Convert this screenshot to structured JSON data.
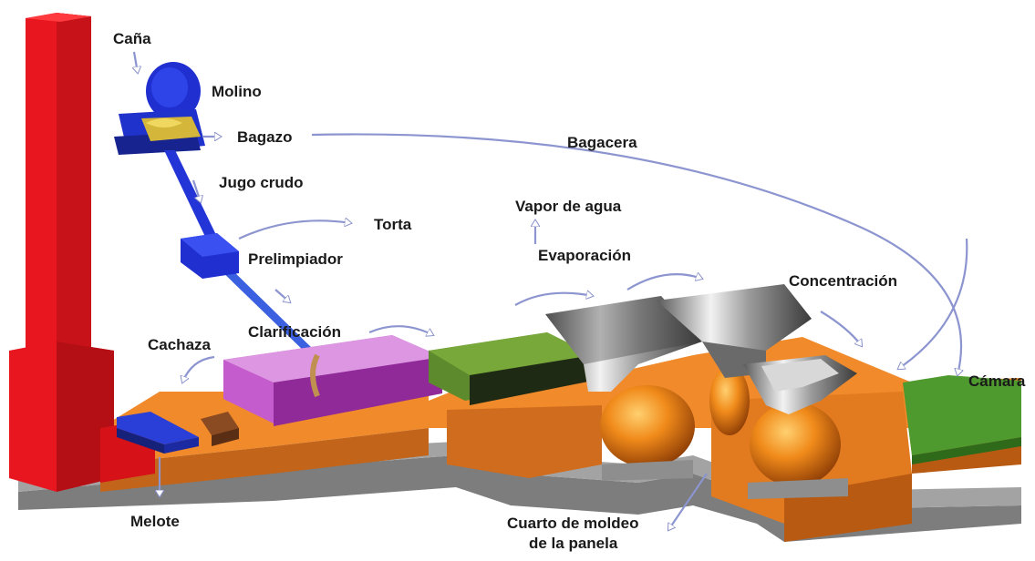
{
  "labels": {
    "cana": "Caña",
    "molino": "Molino",
    "bagazo": "Bagazo",
    "bagacera": "Bagacera",
    "jugo_crudo": "Jugo crudo",
    "torta": "Torta",
    "vapor": "Vapor de agua",
    "evaporacion": "Evaporación",
    "prelimpiador": "Prelimpiador",
    "concentracion": "Concentración",
    "clarificacion": "Clarificación",
    "cachaza": "Cachaza",
    "camara": "Cámara",
    "melote": "Melote",
    "cuarto_line1": "Cuarto de moldeo",
    "cuarto_line2": "de la panela"
  },
  "colors": {
    "chimney": "#e8161e",
    "chimney_shade": "#b8101a",
    "base_orange": "#e8741c",
    "base_orange_dark": "#b85a12",
    "base_gray": "#8a8a8a",
    "mill_blue": "#1f2fd0",
    "clarifier_magenta": "#c259c9",
    "clarifier_top": "#d98ee0",
    "green_block": "#5a8a2c",
    "green_top": "#7ab03a",
    "pan_steel": "#a8a8a8",
    "arrow": "#9aa2d8"
  }
}
